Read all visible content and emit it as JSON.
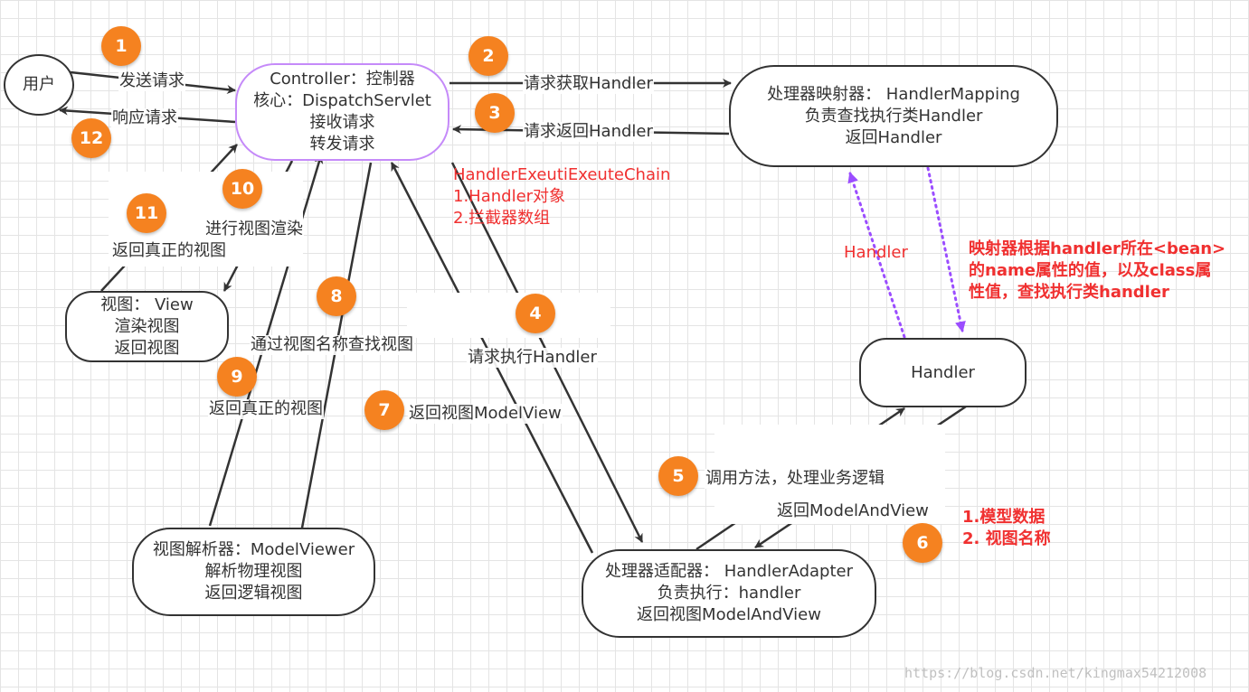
{
  "nodes": {
    "user": [
      "用户"
    ],
    "controller": [
      "Controller：控制器",
      "核心：DispatchServlet",
      "接收请求",
      "转发请求"
    ],
    "handler_mapping": [
      "处理器映射器： HandlerMapping",
      "负责查找执行类Handler",
      "返回Handler"
    ],
    "handler": [
      "Handler"
    ],
    "view": [
      "视图： View",
      "渲染视图",
      "返回视图"
    ],
    "view_resolver": [
      "视图解析器：ModelViewer",
      "解析物理视图",
      "返回逻辑视图"
    ],
    "handler_adapter": [
      "处理器适配器： HandlerAdapter",
      "负责执行：handler",
      "返回视图ModelAndView"
    ]
  },
  "badges": [
    "1",
    "2",
    "3",
    "4",
    "5",
    "6",
    "7",
    "8",
    "9",
    "10",
    "11",
    "12"
  ],
  "edge_labels": {
    "send_request": "发送请求",
    "respond_request": "响应请求",
    "get_handler": "请求获取Handler",
    "return_handler": "请求返回Handler",
    "execute_handler": "请求执行Handler",
    "call_method": "调用方法，处理业务逻辑",
    "return_mav": "返回ModelAndView",
    "return_modelview": "返回视图ModelView",
    "find_view": "通过视图名称查找视图",
    "return_real_view_9": "返回真正的视图",
    "render_view": "进行视图渲染",
    "return_real_view_11": "返回真正的视图",
    "handler_dotted": "Handler"
  },
  "annotations": {
    "chain": [
      "HandlerExeutiExeuteChain",
      "1.Handler对象",
      "2.拦截器数组"
    ],
    "mapping_note": [
      "映射器根据handler所在<bean>",
      "的name属性的值，以及class属",
      "性值，查找执行类handler"
    ],
    "model_note": [
      "1.模型数据",
      "2. 视图名称"
    ]
  },
  "watermark": "https://blog.csdn.net/kingmax54212008",
  "colors": {
    "badge": "#f58220",
    "controller_border": "#c58af9",
    "dotted_arrow": "#9b4dff",
    "annotation_red": "#f03030",
    "line": "#333333"
  }
}
